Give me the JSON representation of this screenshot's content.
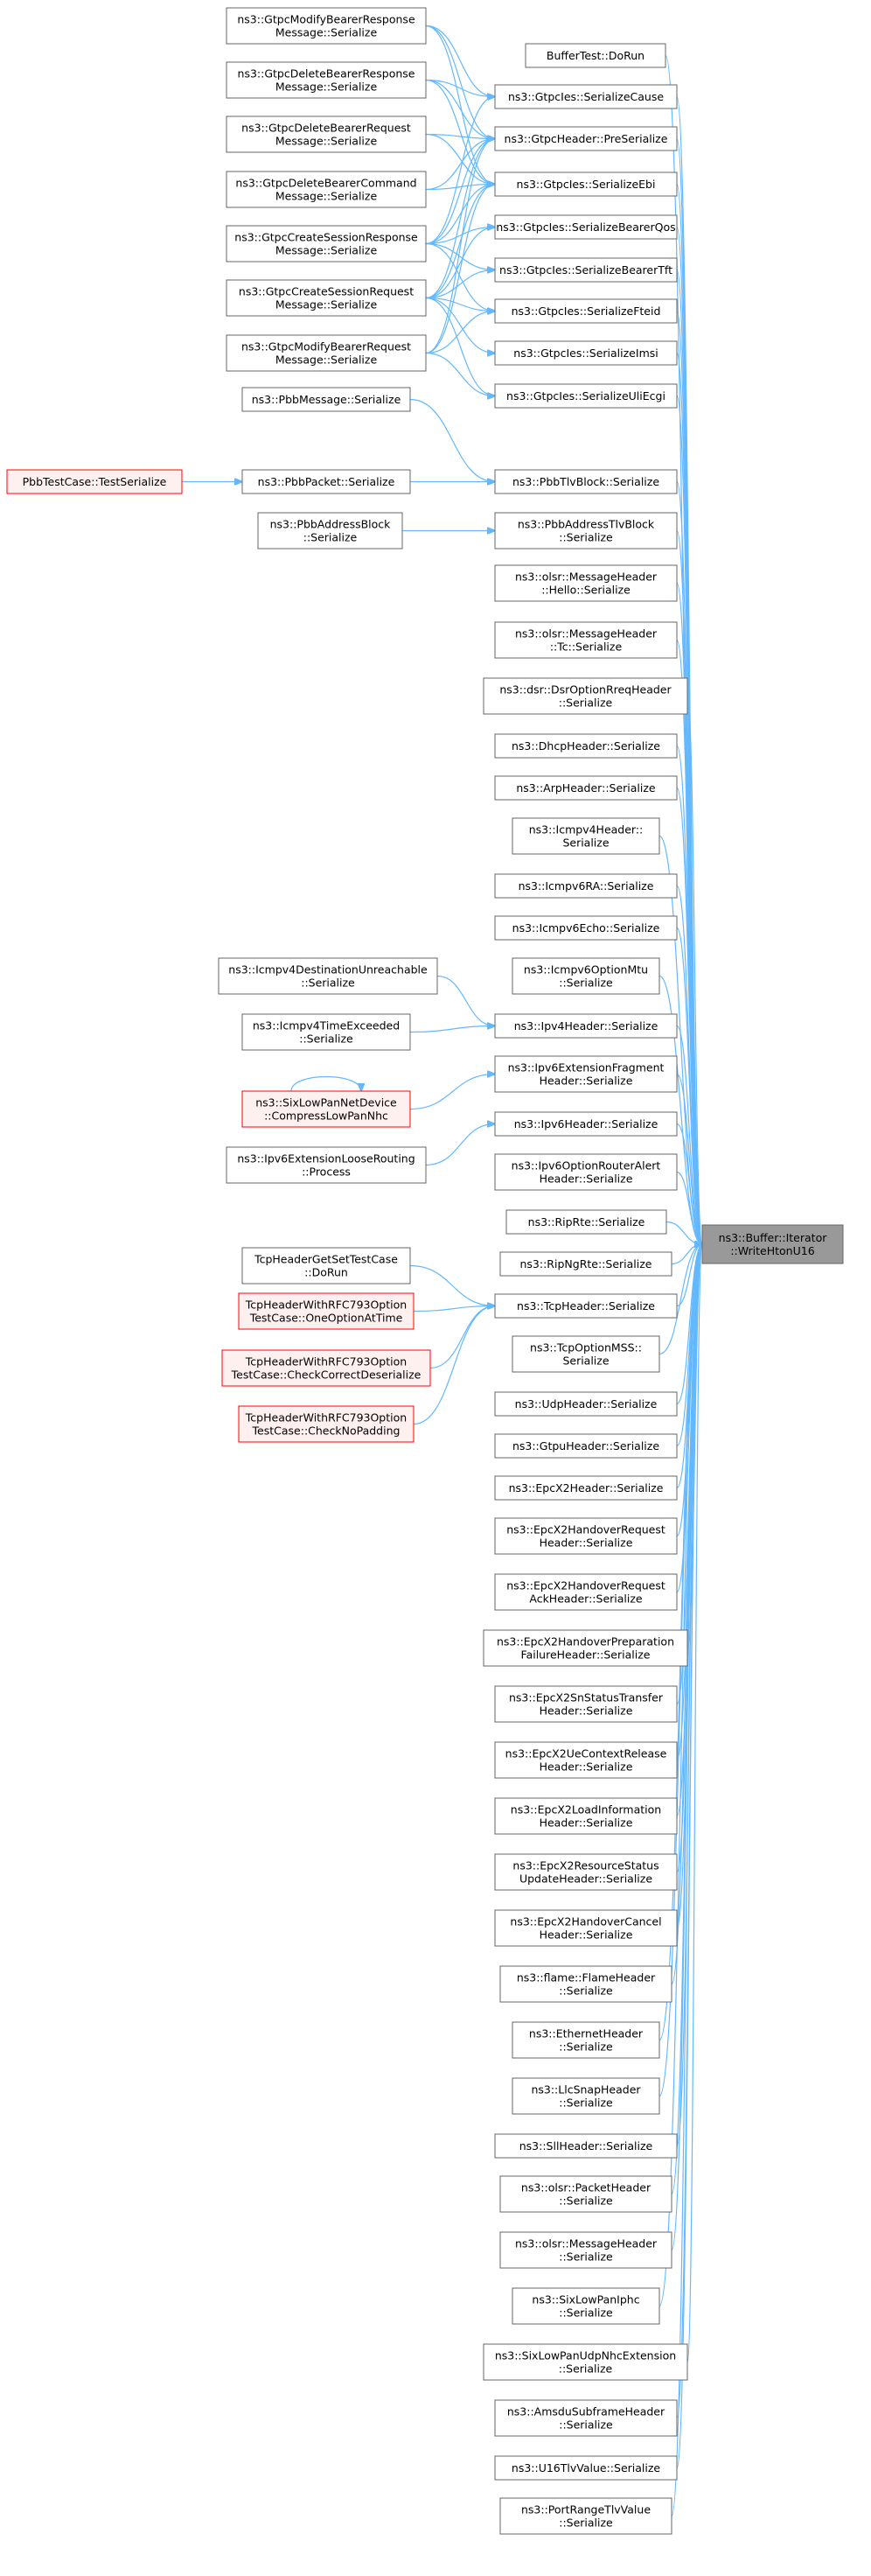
{
  "graph": {
    "colors": {
      "edge": "#63b8ff",
      "node_border": "#666666",
      "red_border": "#ff0000",
      "red_fill": "#fff0f0",
      "target_fill": "#999999"
    },
    "nodes": [
      {
        "id": "t",
        "lines": [
          "ns3::Buffer::Iterator",
          "::WriteHtonU16"
        ],
        "style": "target"
      },
      {
        "id": "c1",
        "lines": [
          "BufferTest::DoRun"
        ]
      },
      {
        "id": "c2",
        "lines": [
          "ns3::GtpcIes::SerializeCause"
        ]
      },
      {
        "id": "c3",
        "lines": [
          "ns3::GtpcHeader::PreSerialize"
        ]
      },
      {
        "id": "c4",
        "lines": [
          "ns3::GtpcIes::SerializeEbi"
        ]
      },
      {
        "id": "c5",
        "lines": [
          "ns3::GtpcIes::SerializeBearerQos"
        ]
      },
      {
        "id": "c6",
        "lines": [
          "ns3::GtpcIes::SerializeBearerTft"
        ]
      },
      {
        "id": "c7",
        "lines": [
          "ns3::GtpcIes::SerializeFteid"
        ]
      },
      {
        "id": "c8",
        "lines": [
          "ns3::GtpcIes::SerializeImsi"
        ]
      },
      {
        "id": "c9",
        "lines": [
          "ns3::GtpcIes::SerializeUliEcgi"
        ]
      },
      {
        "id": "c10",
        "lines": [
          "ns3::PbbTlvBlock::Serialize"
        ]
      },
      {
        "id": "c11",
        "lines": [
          "ns3::PbbAddressTlvBlock",
          "::Serialize"
        ]
      },
      {
        "id": "c12",
        "lines": [
          "ns3::olsr::MessageHeader",
          "::Hello::Serialize"
        ]
      },
      {
        "id": "c13",
        "lines": [
          "ns3::olsr::MessageHeader",
          "::Tc::Serialize"
        ]
      },
      {
        "id": "c14",
        "lines": [
          "ns3::dsr::DsrOptionRreqHeader",
          "::Serialize"
        ]
      },
      {
        "id": "c15",
        "lines": [
          "ns3::DhcpHeader::Serialize"
        ]
      },
      {
        "id": "c16",
        "lines": [
          "ns3::ArpHeader::Serialize"
        ]
      },
      {
        "id": "c17",
        "lines": [
          "ns3::Icmpv4Header::",
          "Serialize"
        ]
      },
      {
        "id": "c18",
        "lines": [
          "ns3::Icmpv6RA::Serialize"
        ]
      },
      {
        "id": "c19",
        "lines": [
          "ns3::Icmpv6Echo::Serialize"
        ]
      },
      {
        "id": "c20",
        "lines": [
          "ns3::Icmpv6OptionMtu",
          "::Serialize"
        ]
      },
      {
        "id": "c21",
        "lines": [
          "ns3::Ipv4Header::Serialize"
        ]
      },
      {
        "id": "c22",
        "lines": [
          "ns3::Ipv6ExtensionFragment",
          "Header::Serialize"
        ]
      },
      {
        "id": "c23",
        "lines": [
          "ns3::Ipv6Header::Serialize"
        ]
      },
      {
        "id": "c24",
        "lines": [
          "ns3::Ipv6OptionRouterAlert",
          "Header::Serialize"
        ]
      },
      {
        "id": "c25",
        "lines": [
          "ns3::RipRte::Serialize"
        ]
      },
      {
        "id": "c26",
        "lines": [
          "ns3::RipNgRte::Serialize"
        ]
      },
      {
        "id": "c27",
        "lines": [
          "ns3::TcpHeader::Serialize"
        ]
      },
      {
        "id": "c28",
        "lines": [
          "ns3::TcpOptionMSS::",
          "Serialize"
        ]
      },
      {
        "id": "c29",
        "lines": [
          "ns3::UdpHeader::Serialize"
        ]
      },
      {
        "id": "c30",
        "lines": [
          "ns3::GtpuHeader::Serialize"
        ]
      },
      {
        "id": "c31",
        "lines": [
          "ns3::EpcX2Header::Serialize"
        ]
      },
      {
        "id": "c32",
        "lines": [
          "ns3::EpcX2HandoverRequest",
          "Header::Serialize"
        ]
      },
      {
        "id": "c33",
        "lines": [
          "ns3::EpcX2HandoverRequest",
          "AckHeader::Serialize"
        ]
      },
      {
        "id": "c34",
        "lines": [
          "ns3::EpcX2HandoverPreparation",
          "FailureHeader::Serialize"
        ]
      },
      {
        "id": "c35",
        "lines": [
          "ns3::EpcX2SnStatusTransfer",
          "Header::Serialize"
        ]
      },
      {
        "id": "c36",
        "lines": [
          "ns3::EpcX2UeContextRelease",
          "Header::Serialize"
        ]
      },
      {
        "id": "c37",
        "lines": [
          "ns3::EpcX2LoadInformation",
          "Header::Serialize"
        ]
      },
      {
        "id": "c38",
        "lines": [
          "ns3::EpcX2ResourceStatus",
          "UpdateHeader::Serialize"
        ]
      },
      {
        "id": "c39",
        "lines": [
          "ns3::EpcX2HandoverCancel",
          "Header::Serialize"
        ]
      },
      {
        "id": "c40",
        "lines": [
          "ns3::flame::FlameHeader",
          "::Serialize"
        ]
      },
      {
        "id": "c41",
        "lines": [
          "ns3::EthernetHeader",
          "::Serialize"
        ]
      },
      {
        "id": "c42",
        "lines": [
          "ns3::LlcSnapHeader",
          "::Serialize"
        ]
      },
      {
        "id": "c43",
        "lines": [
          "ns3::SllHeader::Serialize"
        ]
      },
      {
        "id": "c44",
        "lines": [
          "ns3::olsr::PacketHeader",
          "::Serialize"
        ]
      },
      {
        "id": "c45",
        "lines": [
          "ns3::olsr::MessageHeader",
          "::Serialize"
        ]
      },
      {
        "id": "c46",
        "lines": [
          "ns3::SixLowPanIphc",
          "::Serialize"
        ]
      },
      {
        "id": "c47",
        "lines": [
          "ns3::SixLowPanUdpNhcExtension",
          "::Serialize"
        ]
      },
      {
        "id": "c48",
        "lines": [
          "ns3::AmsduSubframeHeader",
          "::Serialize"
        ]
      },
      {
        "id": "c49",
        "lines": [
          "ns3::U16TlvValue::Serialize"
        ]
      },
      {
        "id": "c50",
        "lines": [
          "ns3::PortRangeTlvValue",
          "::Serialize"
        ]
      },
      {
        "id": "g1",
        "lines": [
          "ns3::GtpcModifyBearerResponse",
          "Message::Serialize"
        ]
      },
      {
        "id": "g2",
        "lines": [
          "ns3::GtpcDeleteBearerResponse",
          "Message::Serialize"
        ]
      },
      {
        "id": "g3",
        "lines": [
          "ns3::GtpcDeleteBearerRequest",
          "Message::Serialize"
        ]
      },
      {
        "id": "g4",
        "lines": [
          "ns3::GtpcDeleteBearerCommand",
          "Message::Serialize"
        ]
      },
      {
        "id": "g5",
        "lines": [
          "ns3::GtpcCreateSessionResponse",
          "Message::Serialize"
        ]
      },
      {
        "id": "g6",
        "lines": [
          "ns3::GtpcCreateSessionRequest",
          "Message::Serialize"
        ]
      },
      {
        "id": "g7",
        "lines": [
          "ns3::GtpcModifyBearerRequest",
          "Message::Serialize"
        ]
      },
      {
        "id": "p1",
        "lines": [
          "ns3::PbbMessage::Serialize"
        ]
      },
      {
        "id": "p2",
        "lines": [
          "ns3::PbbPacket::Serialize"
        ]
      },
      {
        "id": "p3",
        "lines": [
          "ns3::PbbAddressBlock",
          "::Serialize"
        ]
      },
      {
        "id": "pt",
        "lines": [
          "PbbTestCase::TestSerialize"
        ],
        "style": "red"
      },
      {
        "id": "i1",
        "lines": [
          "ns3::Icmpv4DestinationUnreachable",
          "::Serialize"
        ]
      },
      {
        "id": "i2",
        "lines": [
          "ns3::Icmpv4TimeExceeded",
          "::Serialize"
        ]
      },
      {
        "id": "s1",
        "lines": [
          "ns3::SixLowPanNetDevice",
          "::CompressLowPanNhc"
        ],
        "style": "red"
      },
      {
        "id": "s2",
        "lines": [
          "ns3::Ipv6ExtensionLooseRouting",
          "::Process"
        ]
      },
      {
        "id": "tc1",
        "lines": [
          "TcpHeaderGetSetTestCase",
          "::DoRun"
        ]
      },
      {
        "id": "tc2",
        "lines": [
          "TcpHeaderWithRFC793Option",
          "TestCase::OneOptionAtTime"
        ],
        "style": "red"
      },
      {
        "id": "tc3",
        "lines": [
          "TcpHeaderWithRFC793Option",
          "TestCase::CheckCorrectDeserialize"
        ],
        "style": "red"
      },
      {
        "id": "tc4",
        "lines": [
          "TcpHeaderWithRFC793Option",
          "TestCase::CheckNoPadding"
        ],
        "style": "red"
      }
    ],
    "edges": [
      [
        "c1",
        "t"
      ],
      [
        "c2",
        "t"
      ],
      [
        "c3",
        "t"
      ],
      [
        "c4",
        "t"
      ],
      [
        "c5",
        "t"
      ],
      [
        "c6",
        "t"
      ],
      [
        "c7",
        "t"
      ],
      [
        "c8",
        "t"
      ],
      [
        "c9",
        "t"
      ],
      [
        "c10",
        "t"
      ],
      [
        "c11",
        "t"
      ],
      [
        "c12",
        "t"
      ],
      [
        "c13",
        "t"
      ],
      [
        "c14",
        "t"
      ],
      [
        "c15",
        "t"
      ],
      [
        "c16",
        "t"
      ],
      [
        "c17",
        "t"
      ],
      [
        "c18",
        "t"
      ],
      [
        "c19",
        "t"
      ],
      [
        "c20",
        "t"
      ],
      [
        "c21",
        "t"
      ],
      [
        "c22",
        "t"
      ],
      [
        "c23",
        "t"
      ],
      [
        "c24",
        "t"
      ],
      [
        "c25",
        "t"
      ],
      [
        "c26",
        "t"
      ],
      [
        "c27",
        "t"
      ],
      [
        "c28",
        "t"
      ],
      [
        "c29",
        "t"
      ],
      [
        "c30",
        "t"
      ],
      [
        "c31",
        "t"
      ],
      [
        "c32",
        "t"
      ],
      [
        "c33",
        "t"
      ],
      [
        "c34",
        "t"
      ],
      [
        "c35",
        "t"
      ],
      [
        "c36",
        "t"
      ],
      [
        "c37",
        "t"
      ],
      [
        "c38",
        "t"
      ],
      [
        "c39",
        "t"
      ],
      [
        "c40",
        "t"
      ],
      [
        "c41",
        "t"
      ],
      [
        "c42",
        "t"
      ],
      [
        "c43",
        "t"
      ],
      [
        "c44",
        "t"
      ],
      [
        "c45",
        "t"
      ],
      [
        "c46",
        "t"
      ],
      [
        "c47",
        "t"
      ],
      [
        "c48",
        "t"
      ],
      [
        "c49",
        "t"
      ],
      [
        "c50",
        "t"
      ],
      [
        "g1",
        "c2"
      ],
      [
        "g1",
        "c3"
      ],
      [
        "g1",
        "c4"
      ],
      [
        "g2",
        "c2"
      ],
      [
        "g2",
        "c3"
      ],
      [
        "g2",
        "c4"
      ],
      [
        "g3",
        "c3"
      ],
      [
        "g3",
        "c4"
      ],
      [
        "g4",
        "c3"
      ],
      [
        "g4",
        "c4"
      ],
      [
        "g5",
        "c2"
      ],
      [
        "g5",
        "c3"
      ],
      [
        "g5",
        "c4"
      ],
      [
        "g5",
        "c5"
      ],
      [
        "g5",
        "c6"
      ],
      [
        "g5",
        "c7"
      ],
      [
        "g6",
        "c3"
      ],
      [
        "g6",
        "c4"
      ],
      [
        "g6",
        "c5"
      ],
      [
        "g6",
        "c6"
      ],
      [
        "g6",
        "c7"
      ],
      [
        "g6",
        "c8"
      ],
      [
        "g6",
        "c9"
      ],
      [
        "g7",
        "c3"
      ],
      [
        "g7",
        "c4"
      ],
      [
        "g7",
        "c7"
      ],
      [
        "g7",
        "c9"
      ],
      [
        "p1",
        "c10"
      ],
      [
        "p2",
        "c10"
      ],
      [
        "pt",
        "p2"
      ],
      [
        "p3",
        "c11"
      ],
      [
        "i1",
        "c21"
      ],
      [
        "i2",
        "c21"
      ],
      [
        "s1",
        "c22"
      ],
      [
        "s1",
        "s1"
      ],
      [
        "s2",
        "c23"
      ],
      [
        "tc1",
        "c27"
      ],
      [
        "tc2",
        "c27"
      ],
      [
        "tc3",
        "c27"
      ],
      [
        "tc4",
        "c27"
      ]
    ]
  }
}
